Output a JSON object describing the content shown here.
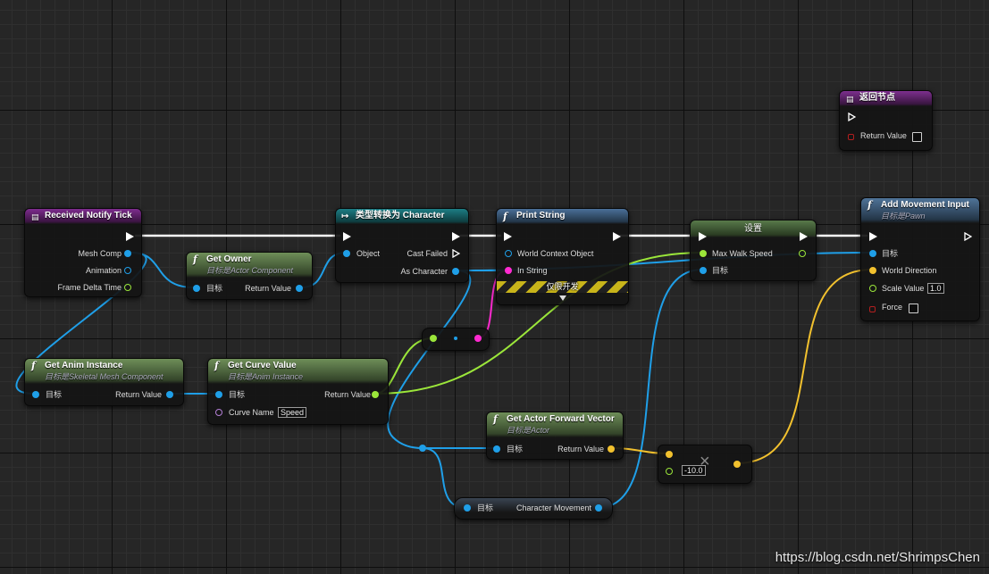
{
  "colors": {
    "object_pin": "#1f9fe8",
    "float_pin": "#9be63a",
    "string_pin": "#ff2ad0",
    "vector_pin": "#f2c12e",
    "bool_pin": "#b21f1f",
    "name_pin": "#b47fd6",
    "exec_wire": "#ffffff"
  },
  "nodes": {
    "notify_tick": {
      "title": "Received Notify Tick",
      "pins": {
        "mesh_comp": "Mesh Comp",
        "animation": "Animation",
        "frame_delta": "Frame Delta Time"
      }
    },
    "get_owner": {
      "icon": "f",
      "title": "Get Owner",
      "subtitle": "目标是Actor Component",
      "pins": {
        "target": "目标",
        "return": "Return Value"
      }
    },
    "cast": {
      "icon": "↦",
      "title": "类型转换为 Character",
      "pins": {
        "object": "Object",
        "cast_failed": "Cast Failed",
        "as_character": "As Character"
      }
    },
    "print_string": {
      "icon": "f",
      "title": "Print String",
      "pins": {
        "world_context": "World Context Object",
        "in_string": "In String"
      },
      "banner": "仅限开发"
    },
    "set_walk": {
      "title": "设置",
      "pins": {
        "max_walk_speed": "Max Walk Speed",
        "target": "目标"
      }
    },
    "add_movement": {
      "icon": "f",
      "title": "Add Movement Input",
      "subtitle": "目标是Pawn",
      "pins": {
        "target": "目标",
        "world_direction": "World Direction",
        "scale_value": "Scale Value",
        "scale_value_field": "1.0",
        "force": "Force"
      }
    },
    "return_node": {
      "title": "返回节点",
      "pins": {
        "return": "Return Value"
      }
    },
    "get_anim_instance": {
      "icon": "f",
      "title": "Get Anim Instance",
      "subtitle": "目标是Skeletal Mesh Component",
      "pins": {
        "target": "目标",
        "return": "Return Value"
      }
    },
    "get_curve_value": {
      "icon": "f",
      "title": "Get Curve Value",
      "subtitle": "目标是Anim Instance",
      "pins": {
        "target": "目标",
        "return": "Return Value",
        "curve_name": "Curve Name",
        "curve_name_field": "Speed"
      }
    },
    "forward_vector": {
      "icon": "f",
      "title": "Get Actor Forward Vector",
      "subtitle": "目标是Actor",
      "pins": {
        "target": "目标",
        "return": "Return Value"
      }
    },
    "multiply": {
      "symbol": "×",
      "field": "-10.0"
    },
    "char_movement": {
      "pins": {
        "target": "目标",
        "output": "Character Movement"
      }
    }
  },
  "watermark": "https://blog.csdn.net/ShrimpsChen"
}
